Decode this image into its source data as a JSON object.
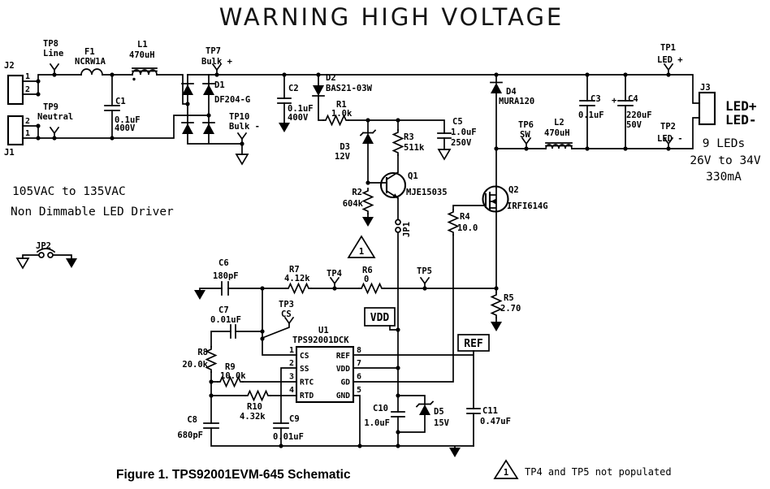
{
  "title": "WARNING HIGH VOLTAGE",
  "caption": "Figure 1. TPS92001EVM-645 Schematic",
  "note": {
    "flag": "1",
    "text": "TP4 and TP5 not populated"
  },
  "annotations": {
    "input1": "105VAC to 135VAC",
    "input2": "Non Dimmable LED Driver",
    "led_plus": "LED+",
    "led_minus": "LED-",
    "out1": "9 LEDs",
    "out2": "26V to 34V",
    "out3": "330mA",
    "c4_polarity": "+",
    "flag": "1"
  },
  "net_labels": {
    "vdd": "VDD",
    "ref": "REF"
  },
  "colors": {
    "ink": "#000000",
    "bg": "#ffffff"
  },
  "connectors": {
    "j1": {
      "ref": "J1",
      "pin_top": "2",
      "pin_bottom": "1"
    },
    "j2": {
      "ref": "J2",
      "pin_top": "1",
      "pin_bottom": "2"
    },
    "j3": {
      "ref": "J3"
    },
    "jp1": {
      "ref": "JP1"
    },
    "jp2": {
      "ref": "JP2"
    }
  },
  "test_points": {
    "tp1": {
      "ref": "TP1",
      "label": "LED +"
    },
    "tp2": {
      "ref": "TP2",
      "label": "LED -"
    },
    "tp3": {
      "ref": "TP3",
      "label": "CS"
    },
    "tp4": {
      "ref": "TP4"
    },
    "tp5": {
      "ref": "TP5"
    },
    "tp6": {
      "ref": "TP6",
      "label": "SW"
    },
    "tp7": {
      "ref": "TP7",
      "label": "Bulk +"
    },
    "tp8": {
      "ref": "TP8",
      "label": "Line"
    },
    "tp9": {
      "ref": "TP9",
      "label": "Neutral"
    },
    "tp10": {
      "ref": "TP10",
      "label": "Bulk -"
    }
  },
  "components": {
    "f1": {
      "ref": "F1",
      "value": "NCRW1A"
    },
    "l1": {
      "ref": "L1",
      "value": "470uH"
    },
    "l2": {
      "ref": "L2",
      "value": "470uH"
    },
    "c1": {
      "ref": "C1",
      "value": "0.1uF",
      "rating": "400V"
    },
    "c2": {
      "ref": "C2",
      "value": "0.1uF",
      "rating": "400V"
    },
    "c3": {
      "ref": "C3",
      "value": "0.1uF"
    },
    "c4": {
      "ref": "C4",
      "value": "220uF",
      "rating": "50V"
    },
    "c5": {
      "ref": "C5",
      "value": "1.0uF",
      "rating": "250V"
    },
    "c6": {
      "ref": "C6",
      "value": "180pF"
    },
    "c7": {
      "ref": "C7",
      "value": "0.01uF"
    },
    "c8": {
      "ref": "C8",
      "value": "680pF"
    },
    "c9": {
      "ref": "C9",
      "value": "0.01uF"
    },
    "c10": {
      "ref": "C10",
      "value": "1.0uF"
    },
    "c11": {
      "ref": "C11",
      "value": "0.47uF"
    },
    "r1": {
      "ref": "R1",
      "value": "1.0k"
    },
    "r2": {
      "ref": "R2",
      "value": "604k"
    },
    "r3": {
      "ref": "R3",
      "value": "511k"
    },
    "r4": {
      "ref": "R4",
      "value": "10.0"
    },
    "r5": {
      "ref": "R5",
      "value": "2.70"
    },
    "r6": {
      "ref": "R6",
      "value": "0"
    },
    "r7": {
      "ref": "R7",
      "value": "4.12k"
    },
    "r8": {
      "ref": "R8",
      "value": "20.0k"
    },
    "r9": {
      "ref": "R9",
      "value": "10.0k"
    },
    "r10": {
      "ref": "R10",
      "value": "4.32k"
    },
    "d1": {
      "ref": "D1",
      "value": "DF204-G"
    },
    "d2": {
      "ref": "D2",
      "value": "BAS21-03W"
    },
    "d3": {
      "ref": "D3",
      "value": "12V"
    },
    "d4": {
      "ref": "D4",
      "value": "MURA120"
    },
    "d5": {
      "ref": "D5",
      "value": "15V"
    },
    "q1": {
      "ref": "Q1",
      "value": "MJE15035"
    },
    "q2": {
      "ref": "Q2",
      "value": "IRFI614G"
    },
    "u1": {
      "ref": "U1",
      "value": "TPS92001DCK",
      "pins_left": [
        [
          "1",
          "CS"
        ],
        [
          "2",
          "SS"
        ],
        [
          "3",
          "RTC"
        ],
        [
          "4",
          "RTD"
        ]
      ],
      "pins_right": [
        [
          "8",
          "REF"
        ],
        [
          "7",
          "VDD"
        ],
        [
          "6",
          "GD"
        ],
        [
          "5",
          "GND"
        ]
      ]
    }
  }
}
